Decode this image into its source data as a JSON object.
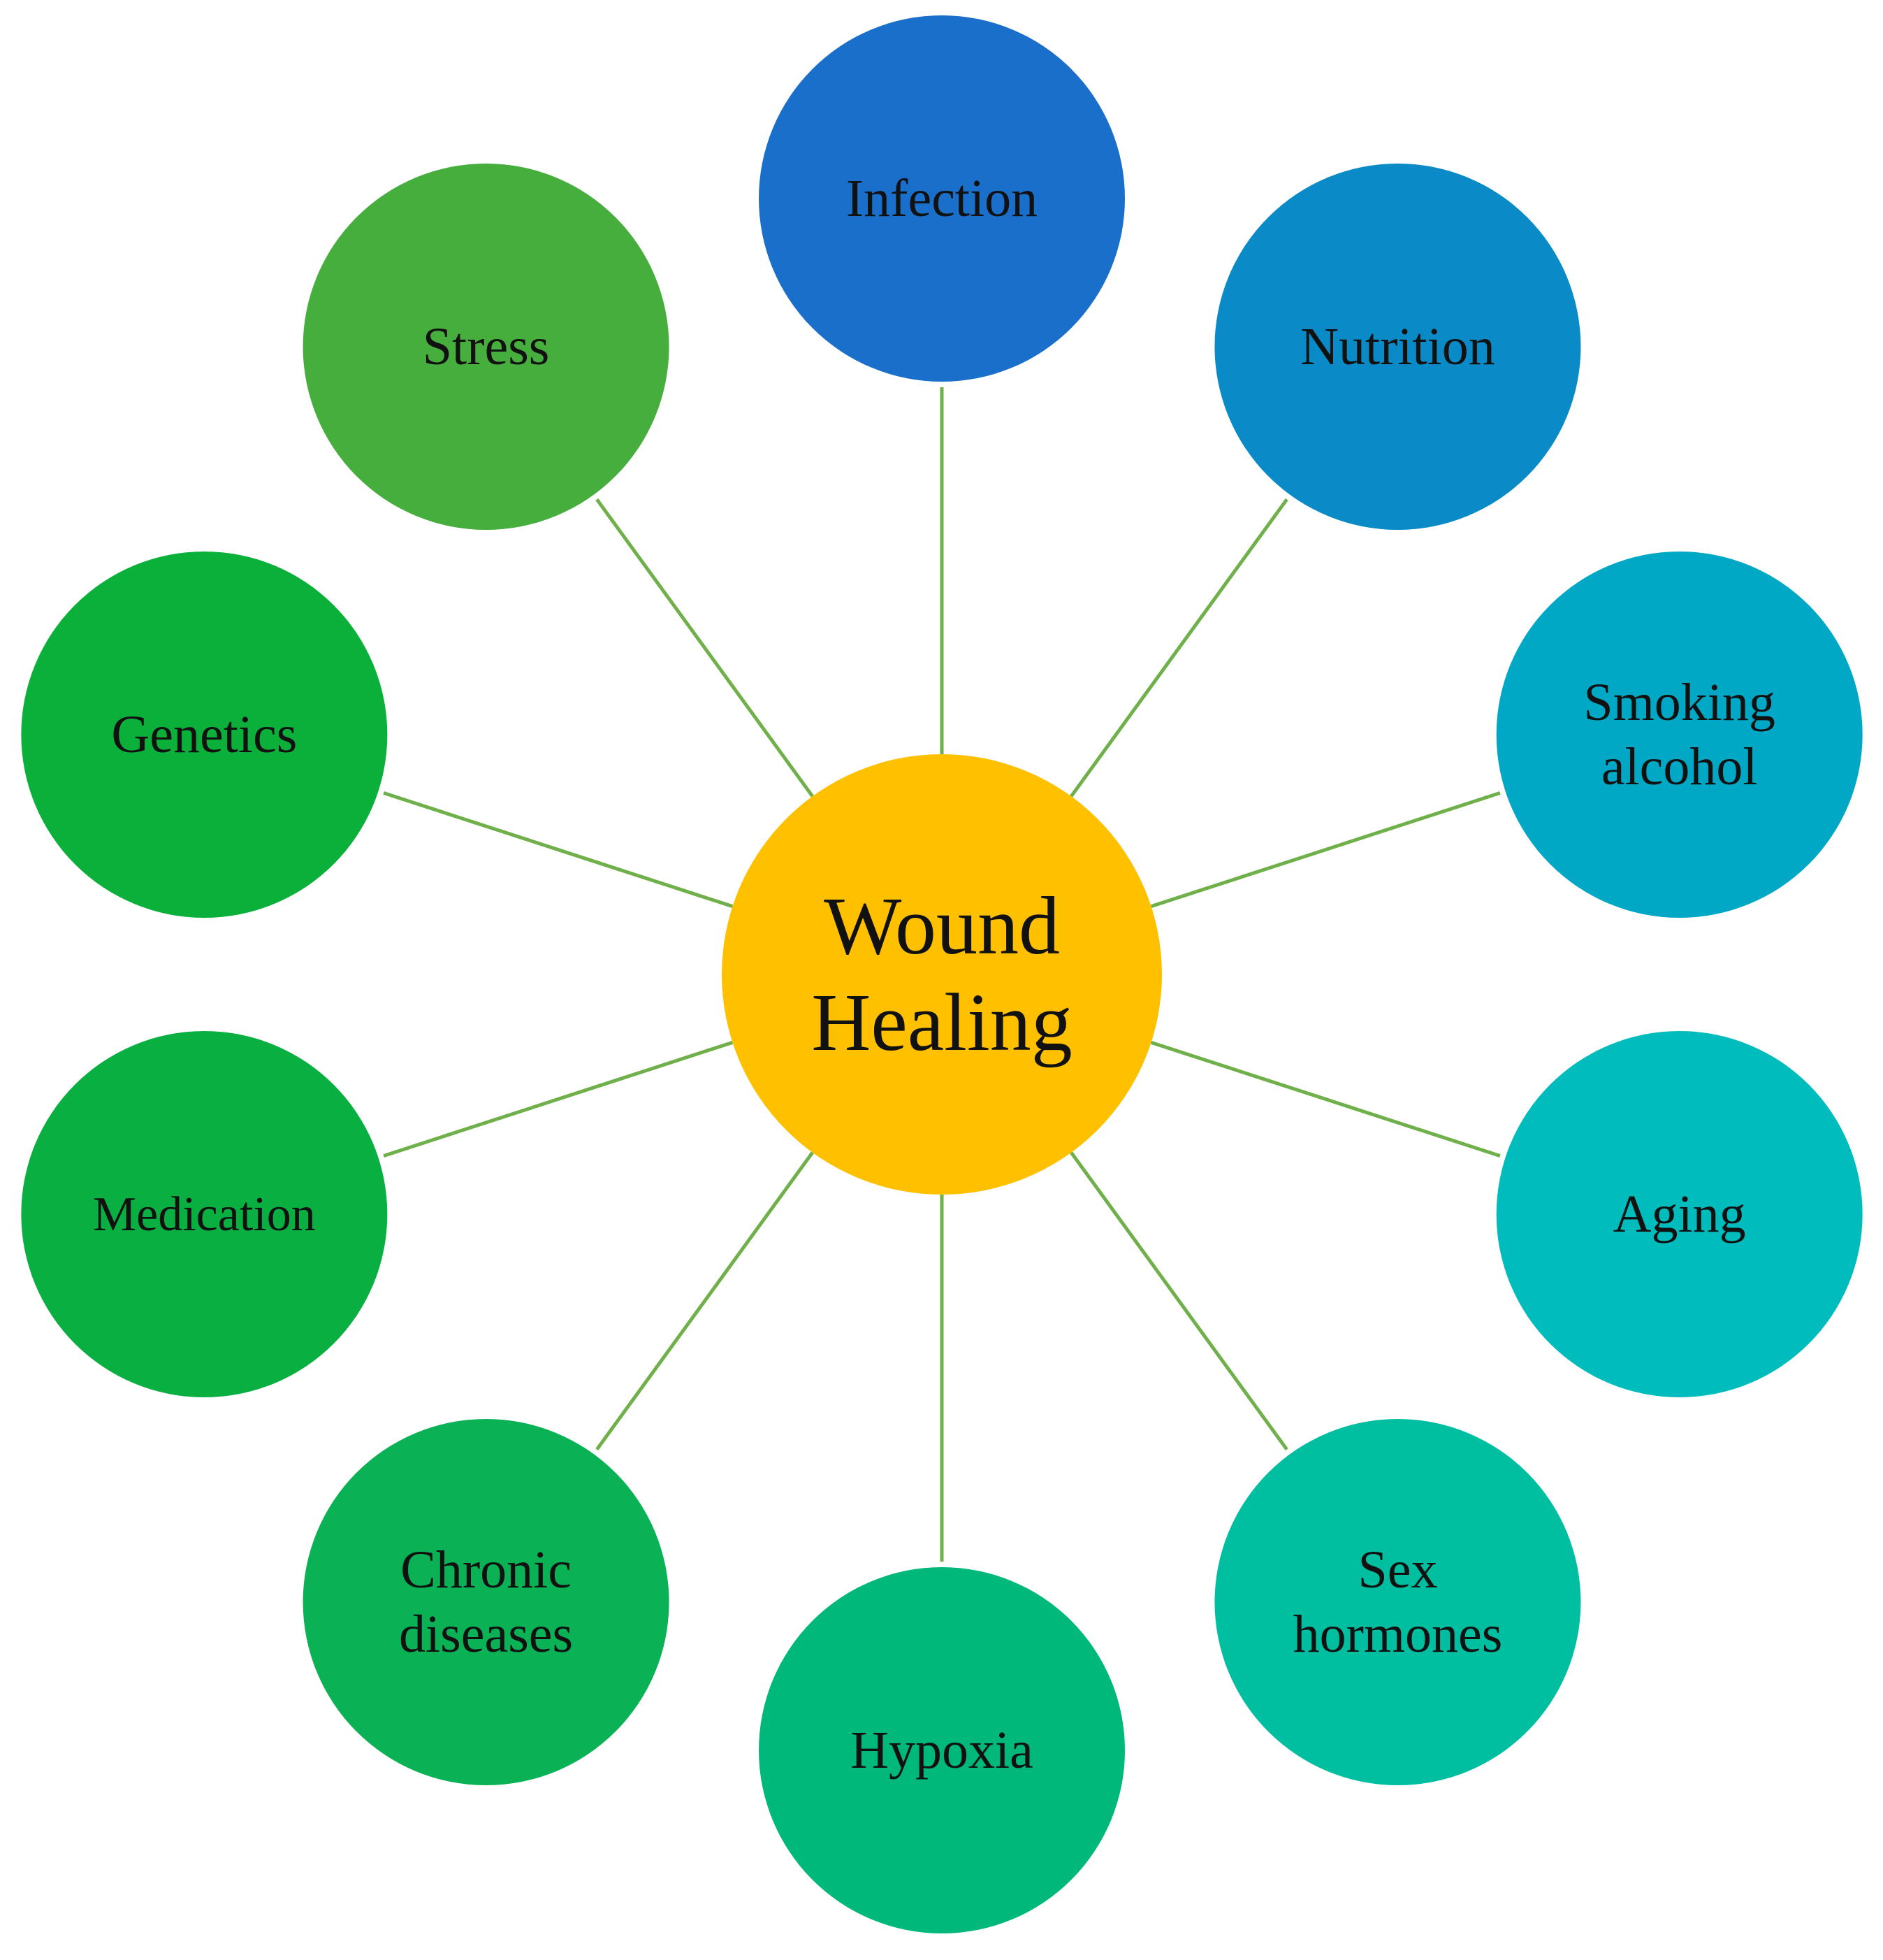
{
  "center": {
    "label_lines": [
      "Wound",
      "Healing"
    ],
    "color": "#FFC000"
  },
  "connector_color": "#6FB04A",
  "factors": [
    {
      "id": "infection",
      "label_lines": [
        "Infection"
      ],
      "color": "#1A6FCA"
    },
    {
      "id": "nutrition",
      "label_lines": [
        "Nutrition"
      ],
      "color": "#0A8AC6"
    },
    {
      "id": "smoking-alcohol",
      "label_lines": [
        "Smoking",
        "alcohol"
      ],
      "color": "#00A8C6"
    },
    {
      "id": "aging",
      "label_lines": [
        "Aging"
      ],
      "color": "#00BCBC"
    },
    {
      "id": "sex-hormones",
      "label_lines": [
        "Sex",
        "hormones"
      ],
      "color": "#00BFA0"
    },
    {
      "id": "hypoxia",
      "label_lines": [
        "Hypoxia"
      ],
      "color": "#00B87A"
    },
    {
      "id": "chronic-diseases",
      "label_lines": [
        "Chronic",
        "diseases"
      ],
      "color": "#0BB155"
    },
    {
      "id": "medication",
      "label_lines": [
        "Medication"
      ],
      "color": "#0AAF42"
    },
    {
      "id": "genetics",
      "label_lines": [
        "Genetics"
      ],
      "color": "#0BB03A"
    },
    {
      "id": "stress",
      "label_lines": [
        "Stress"
      ],
      "color": "#46AE3C"
    }
  ]
}
